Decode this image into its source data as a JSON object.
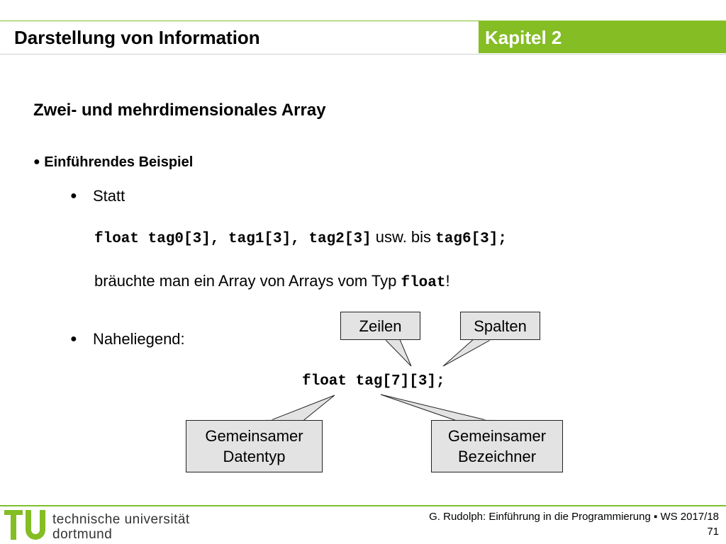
{
  "header": {
    "title": "Darstellung von Information",
    "chapter": "Kapitel 2"
  },
  "slide": {
    "title": "Zwei- und mehrdimensionales Array",
    "bullet1": "Einführendes Beispiel",
    "bullet_marker": "●",
    "sub1_label": "Statt",
    "code_part1": "float tag0[3], tag1[3], tag2[3]",
    "code_mid": " usw. bis ",
    "code_part2": "tag6[3];",
    "line2_text": "bräuchte man ein Array von Arrays vom Typ ",
    "line2_code": "float",
    "line2_end": "!",
    "sub2_label": "Naheliegend:",
    "main_code": "float tag[7][3];",
    "callouts": {
      "zeilen": "Zeilen",
      "spalten": "Spalten",
      "datentyp_line1": "Gemeinsamer",
      "datentyp_line2": "Datentyp",
      "bezeichner_line1": "Gemeinsamer",
      "bezeichner_line2": "Bezeichner"
    }
  },
  "footer": {
    "logo_line1": "technische universität",
    "logo_line2": "dortmund",
    "credit": "G. Rudolph: Einführung in die Programmierung ▪ WS 2017/18",
    "page": "71"
  },
  "colors": {
    "accent": "#84bd24",
    "callout_fill": "#e3e3e3"
  }
}
